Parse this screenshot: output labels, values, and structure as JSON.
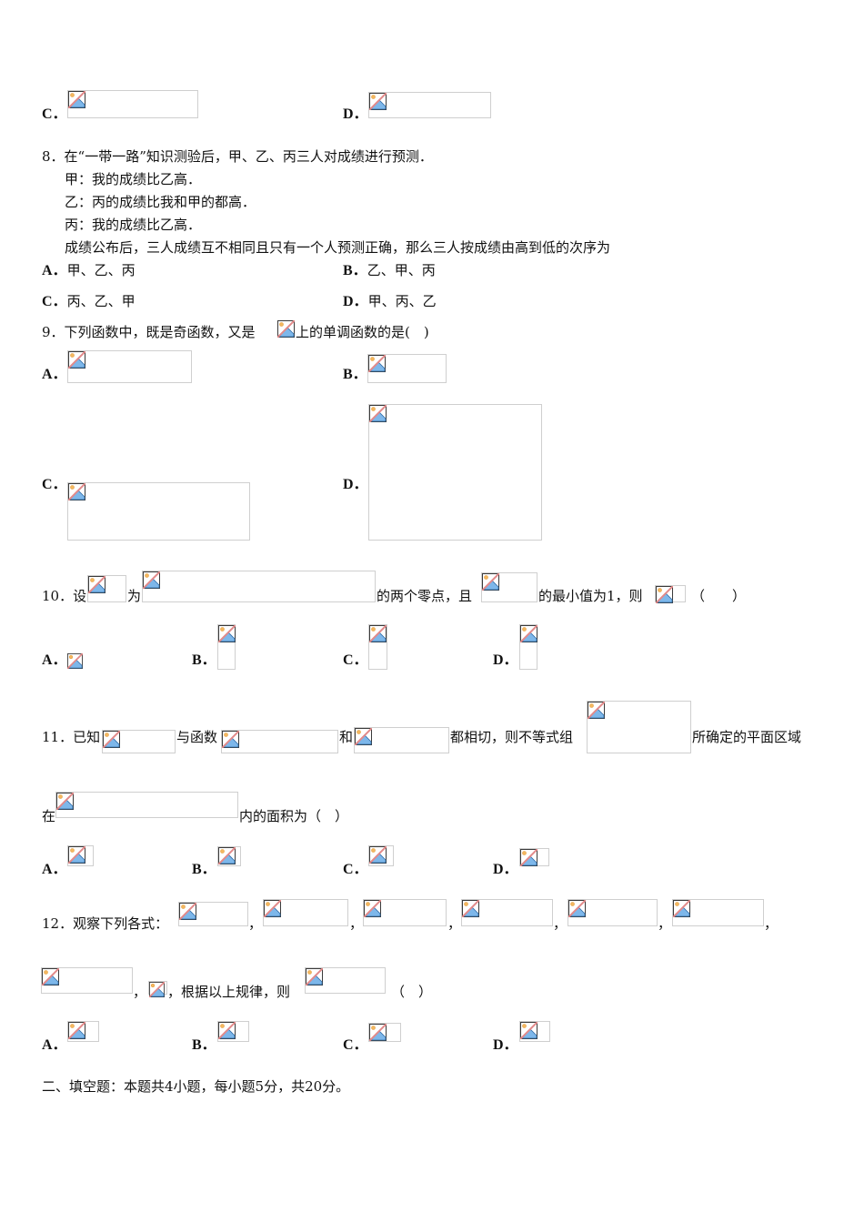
{
  "q7_tail": {
    "options": [
      {
        "letter": "C．",
        "image": "broken-image-placeholder"
      },
      {
        "letter": "D．",
        "image": "broken-image-placeholder"
      }
    ]
  },
  "q8": {
    "stem": "8．在“一带一路”知识测验后，甲、乙、丙三人对成绩进行预测．",
    "lines": [
      "甲：我的成绩比乙高．",
      "乙：丙的成绩比我和甲的都高．",
      "丙：我的成绩比乙高．",
      "成绩公布后，三人成绩互不相同且只有一个人预测正确，那么三人按成绩由高到低的次序为"
    ],
    "options": [
      {
        "letter": "A．",
        "text": "甲、乙、丙"
      },
      {
        "letter": "B．",
        "text": "乙、甲、丙"
      },
      {
        "letter": "C．",
        "text": "丙、乙、甲"
      },
      {
        "letter": "D．",
        "text": "甲、丙、乙"
      }
    ]
  },
  "q9": {
    "stem_before": "9．下列函数中，既是奇函数，又是",
    "stem_after": "上的单调函数的是(　)",
    "options": [
      {
        "letter": "A．"
      },
      {
        "letter": "B．"
      },
      {
        "letter": "C．"
      },
      {
        "letter": "D．"
      }
    ]
  },
  "q10": {
    "p1": "10．设",
    "p2": "为",
    "p3": "的两个零点，且",
    "p4": "的最小值为1，则",
    "p5": "（　　）",
    "options": [
      {
        "letter": "A．"
      },
      {
        "letter": "B．"
      },
      {
        "letter": "C．"
      },
      {
        "letter": "D．"
      }
    ]
  },
  "q11": {
    "p1": "11．已知",
    "p2": "与函数",
    "p3": "和",
    "p4": "都相切，则不等式组",
    "p5": "所确定的平面区域",
    "p6": "在",
    "p7": "内的面积为（　）",
    "options": [
      {
        "letter": "A．"
      },
      {
        "letter": "B．"
      },
      {
        "letter": "C．"
      },
      {
        "letter": "D．"
      }
    ]
  },
  "q12": {
    "p1": "12．观察下列各式：",
    "comma": "，",
    "p2": "，根据以上规律，则",
    "p3": "（　）",
    "options": [
      {
        "letter": "A．"
      },
      {
        "letter": "B．"
      },
      {
        "letter": "C．"
      },
      {
        "letter": "D．"
      }
    ]
  },
  "section2": {
    "heading": "二、填空题：本题共4小题，每小题5分，共20分。"
  }
}
